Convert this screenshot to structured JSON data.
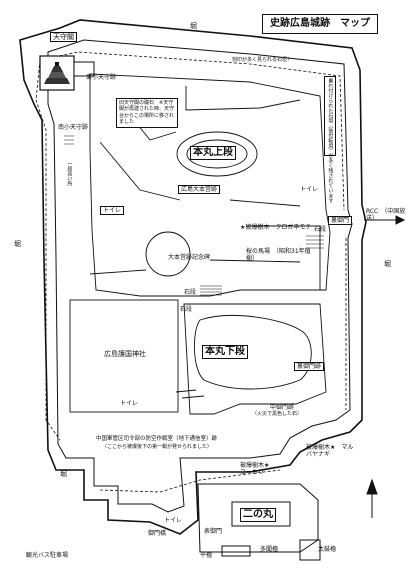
{
  "map": {
    "title": "史跡広島城跡　マップ",
    "labels": {
      "tenshukaku": "天守閣",
      "higashi_kotenshu": "東小天守跡",
      "minami_kotenshu": "南小天守跡",
      "moat_top": "堀",
      "moat_left": "堀",
      "moat_right": "堀",
      "moat_bottom": "堀",
      "honmaru_jodan": "本丸上段",
      "honmaru_gedan": "本丸下段",
      "ninomaru": "二の丸",
      "hiroshima_daihonei": "広島大本営跡",
      "kuroganemochi": "★被爆樹木　クロガネモチ",
      "daihonei_ishi": "大本営跡記念碑",
      "toilet_1": "トイレ",
      "toilet_2": "トイレ",
      "toilet_3": "トイレ",
      "toilet_4": "トイレ",
      "hiroshima_gokoku": "広島護国神社",
      "ishidan_1": "石段",
      "ishidan_2": "石段",
      "ishidan_3": "石段",
      "sakura": "桜の馬場　（昭和31年植樹）",
      "chugoku_gunkanku": "中国軍管区司令部の防空作戦室（地下通信室）跡",
      "chugoku_sub": "（ここから被爆後下の第一報が発せられました）",
      "chugomon": "中御門跡",
      "chugomon_sub": "（火災で黒色した石）",
      "hibaku_yanagi": "被爆樹木★　マルバヤナギ",
      "hibaku_yukari": "被爆樹木★　ユーカリ",
      "uraomote_gomon": "裏御門跡",
      "omote_gomon": "表御門",
      "heiro": "平櫓",
      "tamon": "多聞櫓",
      "taiko": "太鼓櫓",
      "ninomon": "御門橋",
      "kanko_bus": "観光バス駐車場",
      "rcc": "RCC　（中国放送）",
      "ura_gomon": "裏御門",
      "kyu_tenshu_note": "旧天守閣の礎石　※天守閣が再建された時、天守台からこの場所に移されました",
      "right_note": "乗れ付けられた石垣（後世転用）が多く残されています",
      "left_note": "一段高い所",
      "top_note": "刻印が多く見られる石垣！"
    }
  }
}
